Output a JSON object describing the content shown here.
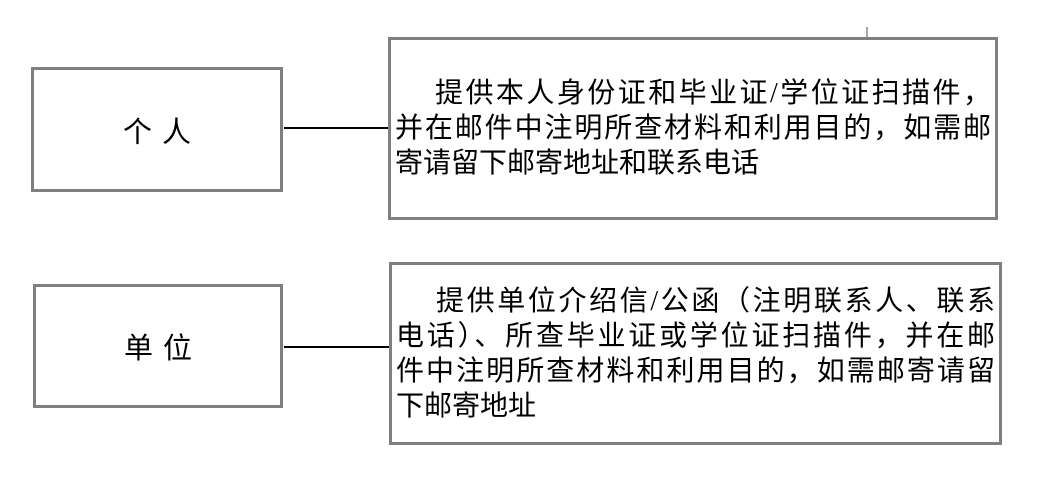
{
  "colors": {
    "background": "#ffffff",
    "box_border": "#7f7f7f",
    "connector": "#000000",
    "text": "#000000",
    "stray_mark": "#a6a6a6"
  },
  "rows": [
    {
      "source_label": "个人",
      "description_lines": [
        "提供本人身份证和毕业证/学位证扫描件，",
        "并在邮件中注明所查材料和利用目的，如需邮",
        "寄请留下邮寄地址和联系电话"
      ]
    },
    {
      "source_label": "单位",
      "description_lines": [
        "提供单位介绍信/公函（注明联系人、联系",
        "电话）、所查毕业证或学位证扫描件，并在邮",
        "件中注明所查材料和利用目的，如需邮寄请留",
        "下邮寄地址"
      ]
    }
  ]
}
